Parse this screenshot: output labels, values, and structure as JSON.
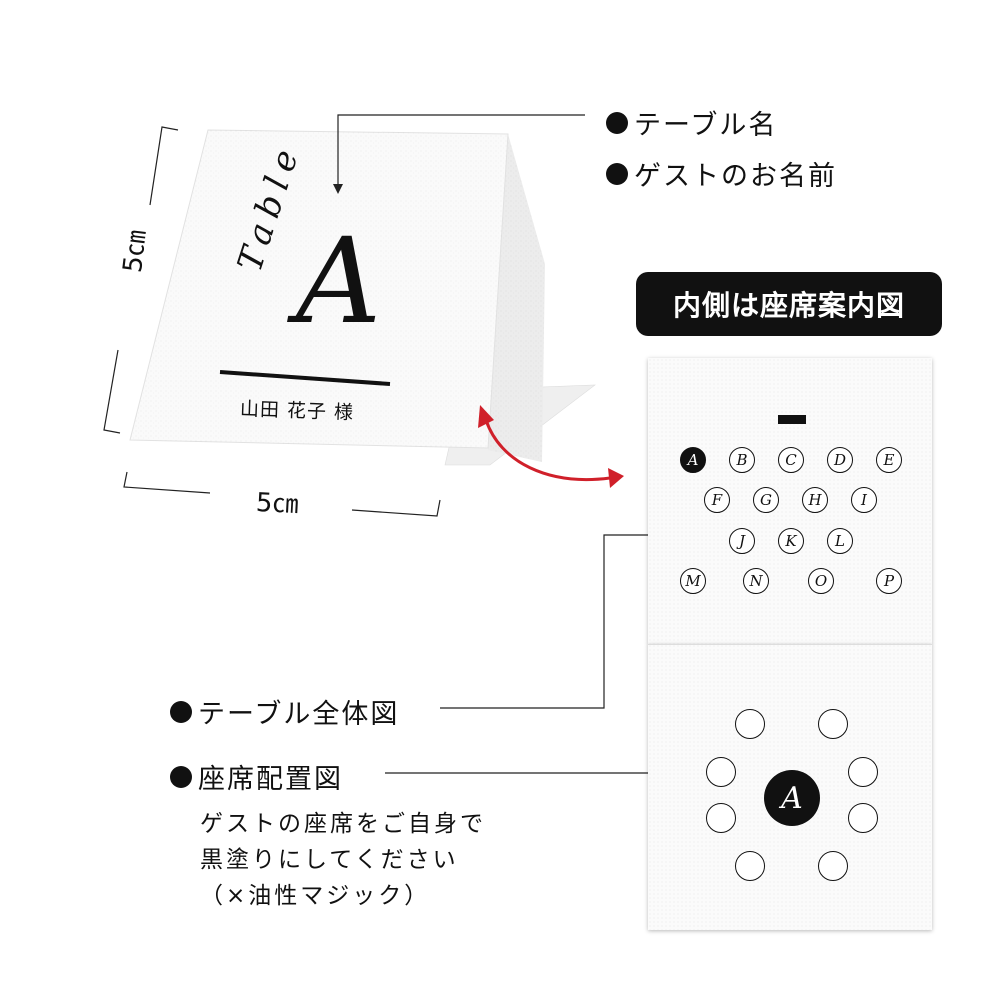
{
  "labels": {
    "table_name": "テーブル名",
    "guest_name": "ゲストのお名前",
    "inside_badge": "内側は座席案内図",
    "table_overview": "テーブル全体図",
    "seat_layout": "座席配置図"
  },
  "description_lines": [
    "ゲストの座席をご自身で",
    "黒塗りにしてください",
    "（×油性マジック）"
  ],
  "dimensions": {
    "height": "5㎝",
    "width": "5㎝"
  },
  "card_front": {
    "table_word": "Table",
    "table_letter": "A",
    "guest_name": "山田 花子 様"
  },
  "table_grid": {
    "rows": [
      {
        "letters": [
          "A",
          "B",
          "C",
          "D",
          "E"
        ],
        "filled": [
          true,
          false,
          false,
          false,
          false
        ]
      },
      {
        "letters": [
          "F",
          "G",
          "H",
          "I"
        ],
        "filled": [
          false,
          false,
          false,
          false
        ]
      },
      {
        "letters": [
          "J",
          "K",
          "L"
        ],
        "filled": [
          false,
          false,
          false
        ]
      },
      {
        "letters": [
          "M",
          "N",
          "O",
          "P"
        ],
        "filled": [
          false,
          false,
          false,
          false
        ]
      }
    ]
  },
  "seat_diagram": {
    "center_letter": "A",
    "seat_count": 8
  },
  "colors": {
    "arrow_red": "#d0202a",
    "ink": "#111111",
    "paper": "#fbfbfb"
  }
}
